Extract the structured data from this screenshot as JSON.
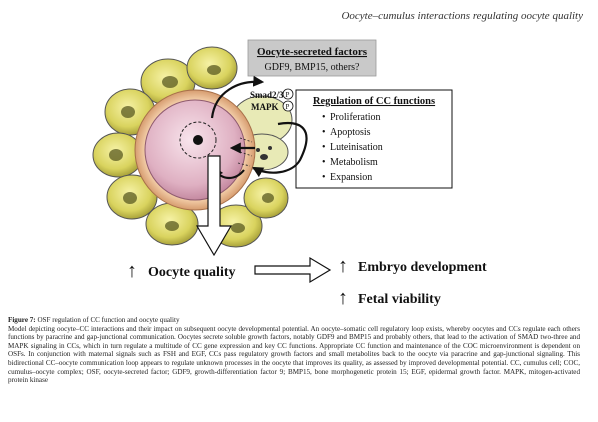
{
  "header": {
    "running_title": "Oocyte–cumulus interactions regulating oocyte quality"
  },
  "diagram": {
    "osf_title": "Oocyte-secreted factors",
    "osf_subtitle": "GDF9, BMP15, others?",
    "smad_label": "Smad2/3",
    "mapk_label": "MAPK",
    "p_symbol": "P",
    "regulation_title": "Regulation of CC functions",
    "functions": [
      "Proliferation",
      "Apoptosis",
      "Luteinisation",
      "Metabolism",
      "Expansion"
    ],
    "bullet": "•",
    "up_arrow": "↑",
    "oocyte_quality": "Oocyte quality",
    "embryo_development": "Embryo development",
    "fetal_viability": "Fetal viability"
  },
  "caption": {
    "label": "Figure 7:",
    "title": "OSF regulation of CC function and oocyte quality",
    "body": "Model depicting oocyte–CC interactions and their impact on subsequent oocyte developmental potential. An oocyte–somatic cell regulatory loop exists, whereby oocytes and CCs regulate each others functions by paracrine and gap-junctional communication. Oocytes secrete soluble growth factors, notably GDF9 and BMP15 and probably others, that lead to the activation of SMAD two-three and MAPK signaling in CCs, which in turn regulate a multitude of CC gene expression and key CC functions. Appropriate CC function and maintenance of the COC microenvironment is dependent on OSFs. In conjunction with maternal signals such as FSH and EGF, CCs pass regulatory growth factors and small metabolites back to the oocyte via paracrine and gap-junctional signaling. This bidirectional CC–oocyte communication loop appears to regulate unknown processes in the oocyte that improves its quality, as assessed by improved developmental potential. CC, cumulus cell; COC, cumulus–oocyte complex; OSF, oocyte-secreted factor; GDF9, growth-differentiation factor 9; BMP15, bone morphogenetic protein 15; EGF, epidermal growth factor. MAPK, mitogen-activated protein kinase"
  }
}
